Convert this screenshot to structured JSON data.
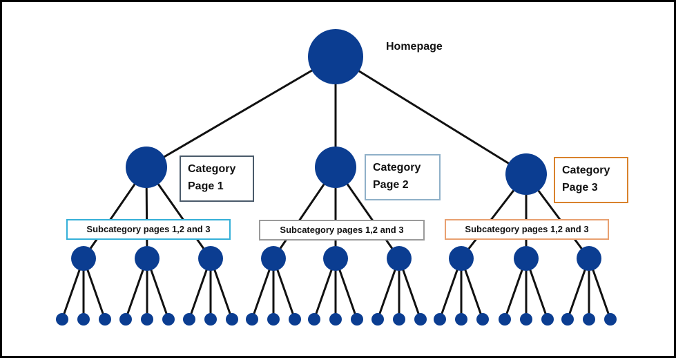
{
  "homepage": {
    "label": "Homepage"
  },
  "categories": [
    {
      "line1": "Category",
      "line2": "Page 1",
      "border": "#4a5a6a"
    },
    {
      "line1": "Category",
      "line2": "Page 2",
      "border": "#8fb0c8"
    },
    {
      "line1": "Category",
      "line2": "Page 3",
      "border": "#d9822b"
    }
  ],
  "subcategories": [
    {
      "label": "Subcategory pages 1,2 and 3",
      "border": "#35b0d8"
    },
    {
      "label": "Subcategory pages 1,2 and 3",
      "border": "#9a9a9a"
    },
    {
      "label": "Subcategory pages 1,2 and 3",
      "border": "#e8a070"
    }
  ],
  "colors": {
    "node": "#0b3d91",
    "edge": "#111111",
    "frame": "#000000"
  }
}
